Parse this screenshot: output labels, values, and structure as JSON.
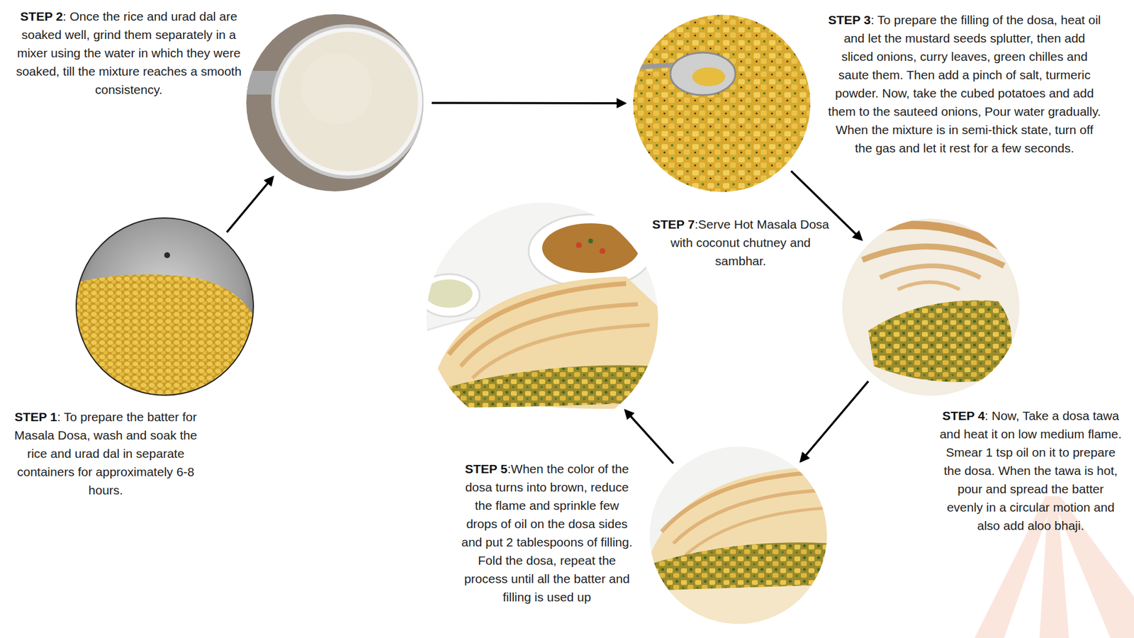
{
  "diagram": {
    "nodes": [
      {
        "text": [
          "STEP 1",
          ": To prepare the batter for Masala Dosa, wash and soak the rice and urad dal in separate containers for approximately 6-8 hours."
        ]
      },
      {
        "text": [
          "STEP 2",
          ": Once the rice and urad dal are soaked well, grind them separately in a mixer using the water in which they were soaked, till the mixture reaches a smooth consistency."
        ]
      },
      {
        "text": [
          "STEP 3",
          ": To prepare the filling of the dosa, heat oil and let the mustard seeds splutter, then add sliced onions, curry leaves, green chilles and saute them. Then add a pinch of salt, turmeric powder. Now, take the cubed potatoes and add them to the sauteed onions, Pour water gradually. When the mixture is in semi-thick state, turn off the gas and let it rest for a few seconds."
        ]
      },
      {
        "text": [
          "STEP 4",
          ": Now, Take a dosa tawa and heat it on low medium flame. Smear 1 tsp oil on it to prepare the dosa. When the tawa is hot, pour and spread the batter evenly in a circular motion and also add aloo bhaji."
        ]
      },
      {
        "text": [
          "STEP 5",
          ":When the color of the dosa turns into brown, reduce the flame and sprinkle few drops of oil on the dosa sides and put 2 tablespoons of filling. Fold the dosa, repeat the process until all the batter and filling is used up"
        ]
      },
      {
        "text": [
          "STEP 7",
          ":Serve Hot Masala Dosa with coconut chutney and sambhar."
        ]
      }
    ],
    "edges": [
      {
        "from": 0,
        "to": 1,
        "arrow": "to"
      },
      {
        "from": 1,
        "to": 2,
        "arrow": "to"
      },
      {
        "from": 2,
        "to": 3,
        "arrow": "to"
      },
      {
        "from": 3,
        "to": 4,
        "arrow": "to"
      },
      {
        "from": 4,
        "to": 5,
        "arrow": "to"
      }
    ]
  }
}
